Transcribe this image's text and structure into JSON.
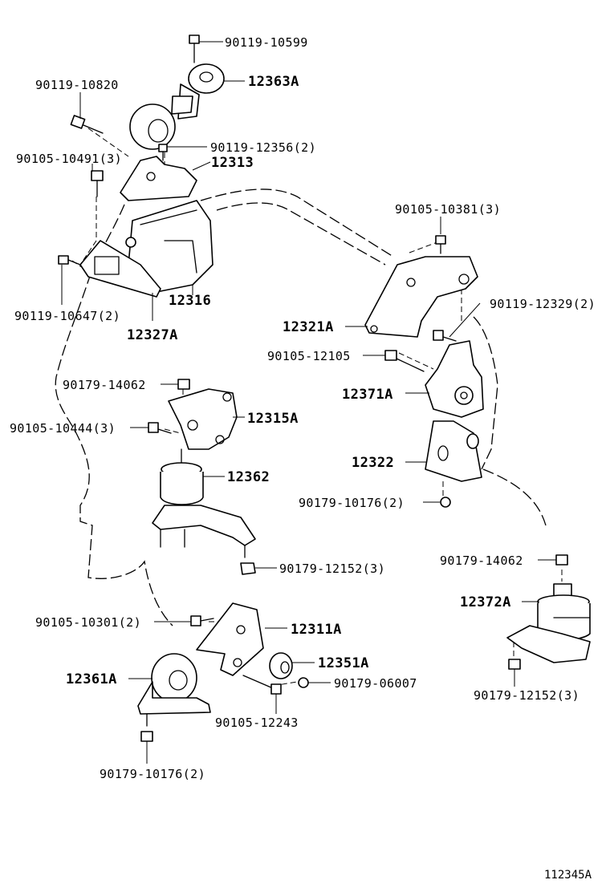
{
  "labels": [
    {
      "id": "p-90119-10599",
      "text": "90119-10599"
    },
    {
      "id": "p-12363A",
      "text": "12363A"
    },
    {
      "id": "p-90119-10820",
      "text": "90119-10820"
    },
    {
      "id": "p-90119-12356",
      "text": "90119-12356(2)"
    },
    {
      "id": "p-90105-10491",
      "text": "90105-10491(3)"
    },
    {
      "id": "p-12313",
      "text": "12313"
    },
    {
      "id": "p-90105-10381",
      "text": "90105-10381(3)"
    },
    {
      "id": "p-12316",
      "text": "12316"
    },
    {
      "id": "p-90119-10647",
      "text": "90119-10647(2)"
    },
    {
      "id": "p-12327A",
      "text": "12327A"
    },
    {
      "id": "p-90119-12329",
      "text": "90119-12329(2)"
    },
    {
      "id": "p-12321A",
      "text": "12321A"
    },
    {
      "id": "p-90105-12105",
      "text": "90105-12105"
    },
    {
      "id": "p-90179-14062-a",
      "text": "90179-14062"
    },
    {
      "id": "p-12371A",
      "text": "12371A"
    },
    {
      "id": "p-90105-10444",
      "text": "90105-10444(3)"
    },
    {
      "id": "p-12315A",
      "text": "12315A"
    },
    {
      "id": "p-12322",
      "text": "12322"
    },
    {
      "id": "p-12362",
      "text": "12362"
    },
    {
      "id": "p-90179-10176-a",
      "text": "90179-10176(2)"
    },
    {
      "id": "p-90179-12152-a",
      "text": "90179-12152(3)"
    },
    {
      "id": "p-90179-14062-b",
      "text": "90179-14062"
    },
    {
      "id": "p-12372A",
      "text": "12372A"
    },
    {
      "id": "p-90105-10301",
      "text": "90105-10301(2)"
    },
    {
      "id": "p-12311A",
      "text": "12311A"
    },
    {
      "id": "p-12351A",
      "text": "12351A"
    },
    {
      "id": "p-12361A",
      "text": "12361A"
    },
    {
      "id": "p-90179-06007",
      "text": "90179-06007"
    },
    {
      "id": "p-90179-12152-b",
      "text": "90179-12152(3)"
    },
    {
      "id": "p-90105-12243",
      "text": "90105-12243"
    },
    {
      "id": "p-90179-10176-b",
      "text": "90179-10176(2)"
    }
  ],
  "reference_code": "112345A"
}
